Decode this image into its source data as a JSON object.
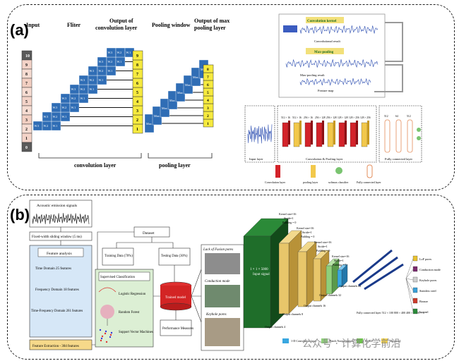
{
  "panel_a": {
    "label": "(a)",
    "left": {
      "input_label": "Input",
      "filter_label": "Fliter",
      "output_conv_label": "Output of convolution layer",
      "pooling_window_label": "Pooling window",
      "output_pool_label": "Output of max pooling layer",
      "conv_layer_label": "convolution layer",
      "pool_layer_label": "pooling layer",
      "input_values": [
        "10",
        "9",
        "8",
        "7",
        "6",
        "5",
        "4",
        "3",
        "2",
        "1",
        "0"
      ],
      "filter_cells": [
        "W.1",
        "W.2",
        "W.3"
      ],
      "output_values": [
        "1",
        "2",
        "3",
        "4",
        "5",
        "6",
        "7",
        "8",
        "9"
      ],
      "pool_cell": "Max",
      "pool_output_values": [
        "1",
        "2",
        "3",
        "4",
        "5",
        "6",
        "7",
        "8"
      ]
    },
    "right": {
      "conv_kernel_label": "Convolution kernel",
      "max_pooling_label": "Max-pooling",
      "conv_result_label": "Convolutional result",
      "max_result_label": "Max-pooling result",
      "feature_map_label": "Feature map",
      "input_layer_label": "Input layer",
      "conv_pool_label": "Convolution & Pooling layer",
      "fc_label": "Fully connected layer",
      "dims": [
        "512 × 16",
        "512 × 16",
        "256 × 16",
        "256 × 128",
        "256 × 128",
        "128 × 128",
        "128 × 256",
        "128 × 256"
      ],
      "fc_dims": [
        "512",
        "64",
        "512"
      ],
      "legend": [
        "Convolution layer",
        "pooling layer",
        "softmax classifier",
        "Fully connected layer"
      ]
    }
  },
  "panel_b": {
    "label": "(b)",
    "flow": {
      "signal_label": "Acoustic emission signals",
      "window_label": "Fixed-width sliding window (5 ms)",
      "feature_analysis": "Feature analysis",
      "time_domain": "Time Domain 25 features",
      "freq_domain": "Frequency Domain 18 features",
      "tf_domain": "Time-Frequency Domain 261 features",
      "feature_extraction": "Feature Extraction - 304 features",
      "dataset": "Dataset",
      "training": "Training Data (70%)",
      "testing": "Testing Data (30%)",
      "supervised": "Supervised Classification",
      "models": [
        "Logistic Regression",
        "Random Forest",
        "Support Vector Machines"
      ],
      "trained_model": "Trained model",
      "performance": "Performance Measures",
      "defects": [
        "Lack of Fusion pores",
        "Conduction mode",
        "Keyhole pores"
      ]
    },
    "cnn": {
      "input_label": "1 × 1 × 5000 Input signal",
      "kernel_notes": [
        "Kernel size=16 Stride=1 Padding=0",
        "Kernel size=16 Stride=1 Padding=0",
        "Kernel size=16 Stride=1 Padding=0",
        "Kernel size=16 Stride=1 Padding=0"
      ],
      "output_channels": [
        "Output channels 4",
        "Output channels 8",
        "Output channels 16",
        "Output channels 32",
        "Output channels 64"
      ],
      "fc_label": "Fully connected layer 512 × 100 800 × 400 400 × 6 800 × 6",
      "classes": [
        "LoF pores",
        "Conduction mode",
        "Keyhole pores",
        "Stainless steel",
        "Bronze",
        "Inconel"
      ],
      "class_colors": [
        "#e8c230",
        "#7a2a6e",
        "#d0d0d0",
        "#3aa0d8",
        "#cc3b2a",
        "#2a8a3a"
      ],
      "legend": [
        "1-D Convolution layer",
        "Batch Normalization",
        "ReLU",
        "Max pool"
      ]
    }
  },
  "watermark": "公众号 · 计算化学前沿"
}
